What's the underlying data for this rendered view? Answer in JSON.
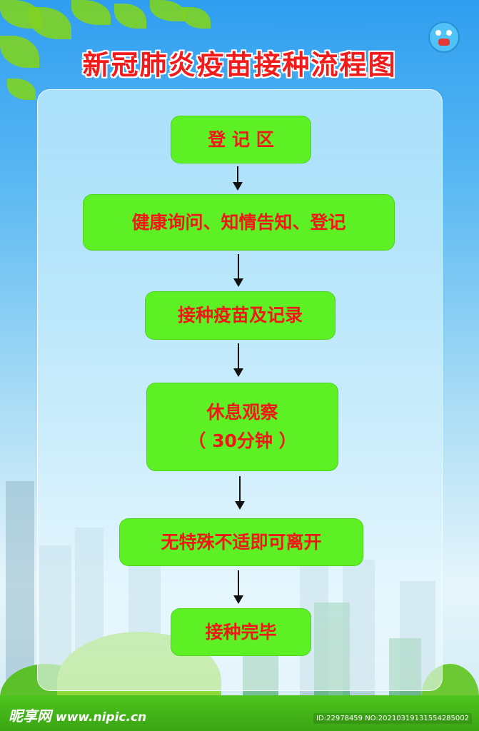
{
  "title": "新冠肺炎疫苗接种流程图",
  "steps": [
    {
      "line1": "登 记 区"
    },
    {
      "line1": "健康询问、知情告知、登记"
    },
    {
      "line1": "接种疫苗及记录"
    },
    {
      "line1": "休息观察",
      "line2": "（ 30分钟 ）"
    },
    {
      "line1": "无特殊不适即可离开"
    },
    {
      "line1": "接种完毕"
    }
  ],
  "watermark": {
    "brand": "昵享网",
    "url": "www.nipic.cn",
    "id": "ID:22978459 NO:20210319131554285002"
  },
  "colors": {
    "box": "#5cf025",
    "text": "#f01818"
  }
}
